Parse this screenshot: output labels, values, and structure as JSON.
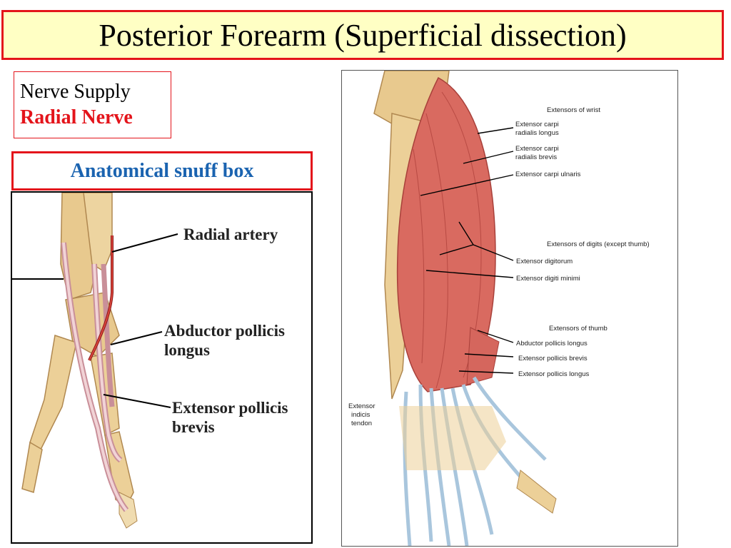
{
  "title": "Posterior Forearm (Superficial dissection)",
  "nerve_supply": {
    "heading": "Nerve Supply",
    "nerve": "Radial Nerve"
  },
  "snuff_box": {
    "heading": "Anatomical snuff box"
  },
  "left_figure": {
    "labels": {
      "radial_artery": "Radial artery",
      "apl_line1": "Abductor pollicis",
      "apl_line2": "longus",
      "epb_line1": "Extensor pollicis",
      "epb_line2": "brevis"
    }
  },
  "right_figure": {
    "labels": {
      "extensors_of_wrist": "Extensors of wrist",
      "ecrl_line1": "Extensor carpi",
      "ecrl_line2": "radialis longus",
      "ecrb_line1": "Extensor carpi",
      "ecrb_line2": "radialis brevis",
      "ecu": "Extensor carpi ulnaris",
      "extensors_of_digits": "Extensors of digits (except thumb)",
      "ed": "Extensor digitorum",
      "edm": "Extensor digiti minimi",
      "extensors_of_thumb": "Extensors of thumb",
      "apl": "Abductor pollicis longus",
      "epb": "Extensor pollicis brevis",
      "epl": "Extensor pollicis longus",
      "ei_line1": "Extensor",
      "ei_line2": "indicis",
      "ei_line3": "tendon"
    }
  }
}
